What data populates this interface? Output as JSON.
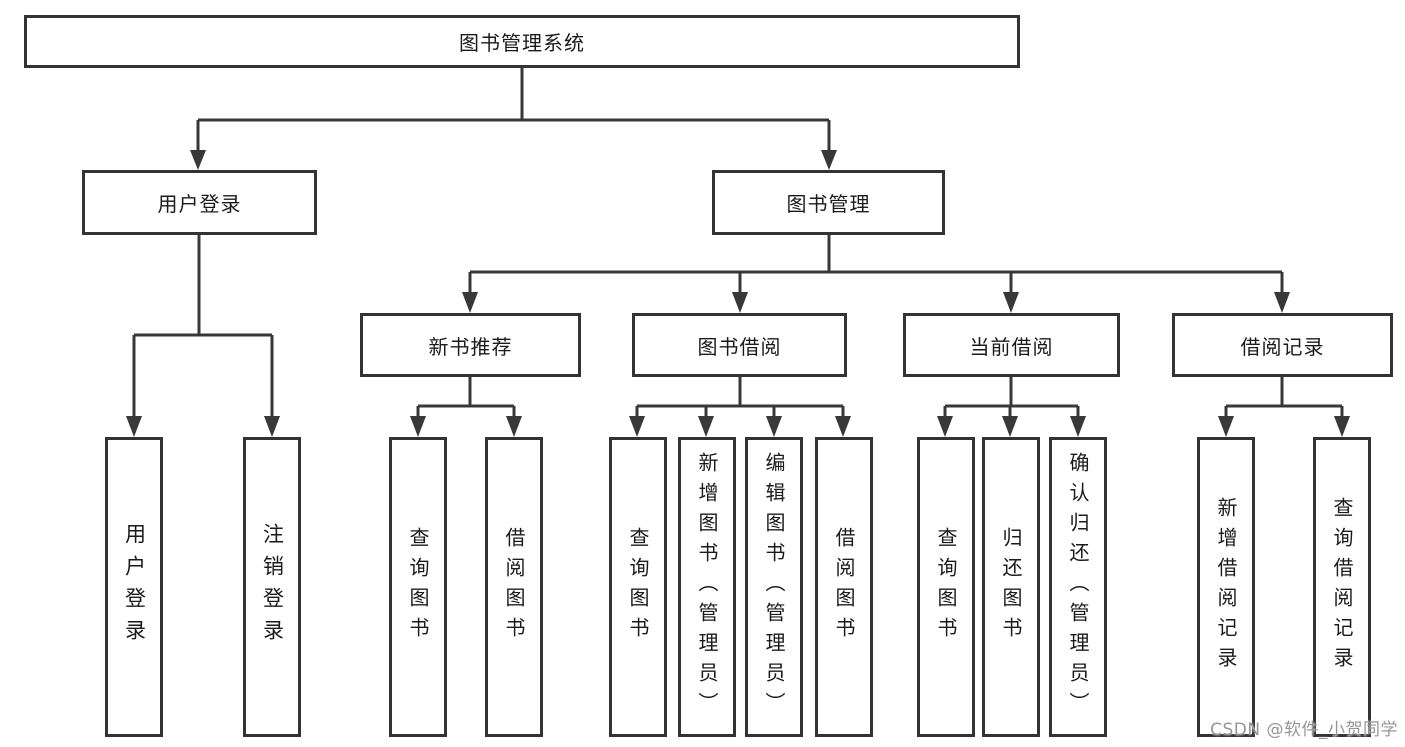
{
  "tree": {
    "root": {
      "label": "图书管理系统",
      "children": [
        {
          "label": "用户登录",
          "children": [
            {
              "label": "用户登录"
            },
            {
              "label": "注销登录"
            }
          ]
        },
        {
          "label": "图书管理",
          "children": [
            {
              "label": "新书推荐",
              "children": [
                {
                  "label": "查询图书"
                },
                {
                  "label": "借阅图书"
                }
              ]
            },
            {
              "label": "图书借阅",
              "children": [
                {
                  "label": "查询图书"
                },
                {
                  "label": "新增图书（管理员）"
                },
                {
                  "label": "编辑图书（管理员）"
                },
                {
                  "label": "借阅图书"
                }
              ]
            },
            {
              "label": "当前借阅",
              "children": [
                {
                  "label": "查询图书"
                },
                {
                  "label": "归还图书"
                },
                {
                  "label": "确认归还（管理员）"
                }
              ]
            },
            {
              "label": "借阅记录",
              "children": [
                {
                  "label": "新增借阅记录"
                },
                {
                  "label": "查询借阅记录"
                }
              ]
            }
          ]
        }
      ]
    }
  },
  "watermark": {
    "text": "CSDN @软件_小贺同学"
  },
  "colors": {
    "line": "#383838",
    "box-border": "#333333",
    "text": "#1b1b1b",
    "watermark": "#969696",
    "bg": "#ffffff"
  }
}
